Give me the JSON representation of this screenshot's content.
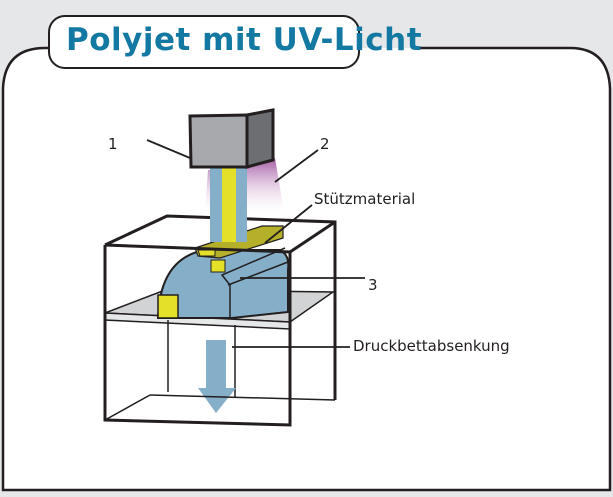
{
  "title": "Polyjet mit UV-Licht",
  "labels": {
    "one": "1",
    "two": "2",
    "three": "3",
    "support": "Stützmaterial",
    "lowering": "Druckbettabsenkung"
  },
  "colors": {
    "title": "#1479a2",
    "part": "#85afc8",
    "support": "#e4e02a",
    "uv": "#b36bb0",
    "head": "#a7a9ac"
  }
}
